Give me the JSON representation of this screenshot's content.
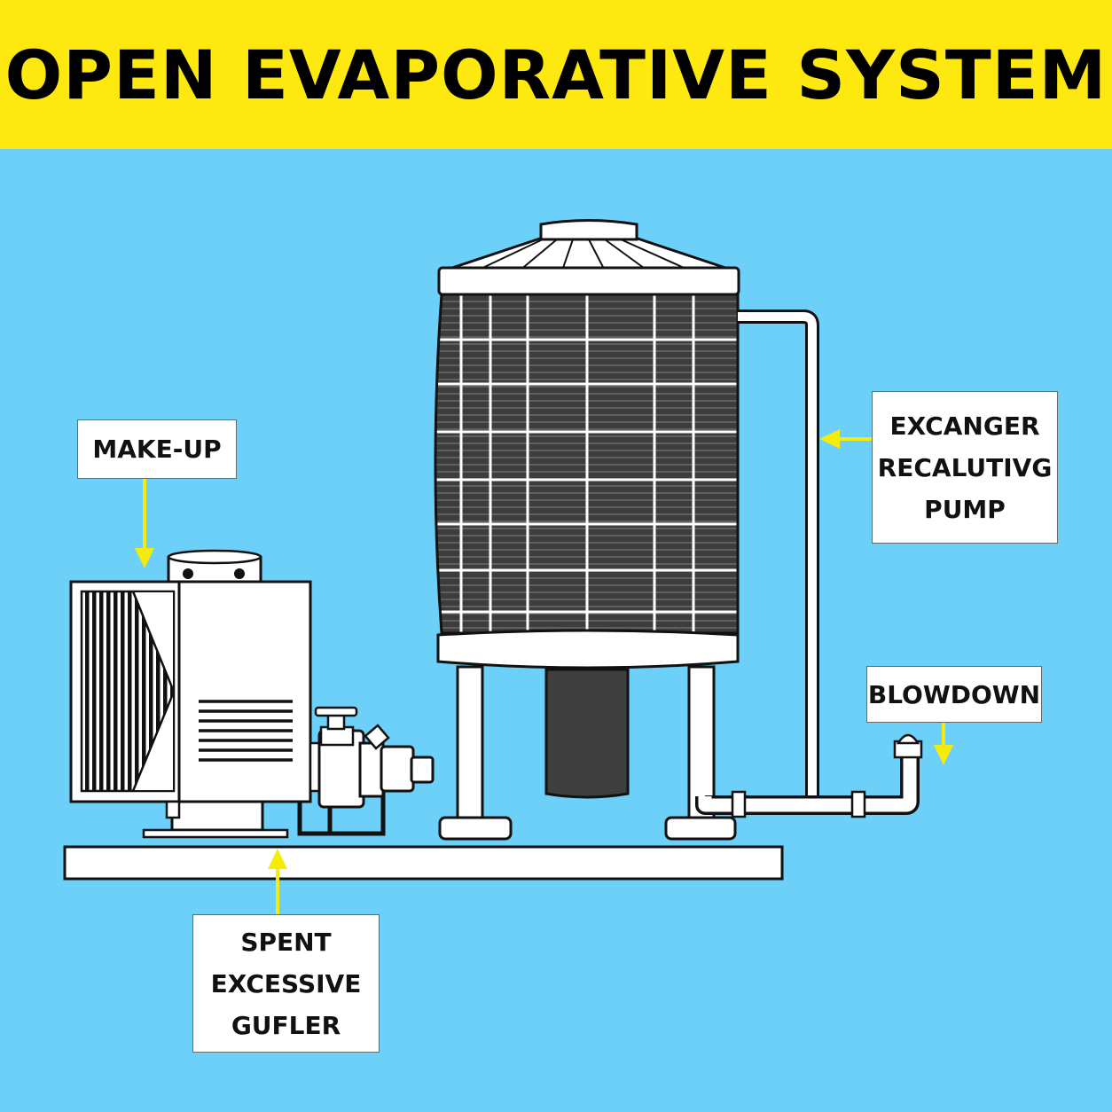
{
  "title": "OPEN EVAPORATIVE SYSTEM",
  "labels": {
    "make_up": [
      "MAKE-UP"
    ],
    "exchanger": [
      "EXCANGER",
      "RECALUTIVG",
      "PUMP"
    ],
    "blowdown": [
      "BLOWDOWN"
    ],
    "spent": [
      "SPENT",
      "EXCESSIVE",
      "GUFLER"
    ]
  },
  "colors": {
    "banner": "#fde90f",
    "background": "#6cd0f9",
    "arrow": "#f6ec0c",
    "outline": "#111111",
    "tower_core": "#3d3d3d"
  }
}
